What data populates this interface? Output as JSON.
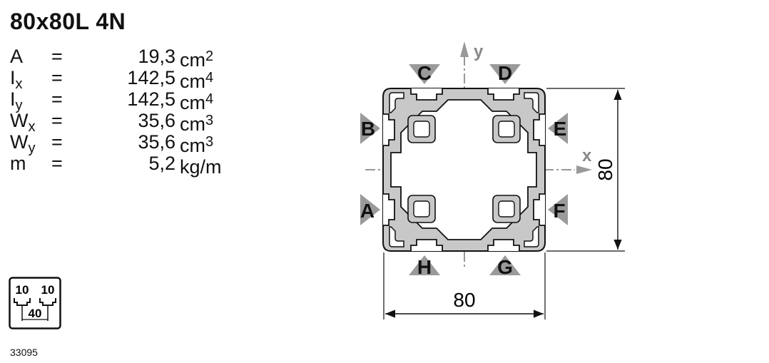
{
  "title": "80x80L 4N",
  "properties": [
    {
      "symbol": "A",
      "sub": "",
      "eq": "=",
      "value": "19,3",
      "unit": "cm",
      "exp": "2"
    },
    {
      "symbol": "I",
      "sub": "x",
      "eq": "=",
      "value": "142,5",
      "unit": "cm",
      "exp": "4"
    },
    {
      "symbol": "I",
      "sub": "y",
      "eq": "=",
      "value": "142,5",
      "unit": "cm",
      "exp": "4"
    },
    {
      "symbol": "W",
      "sub": "x",
      "eq": "=",
      "value": "35,6",
      "unit": "cm",
      "exp": "3"
    },
    {
      "symbol": "W",
      "sub": "y",
      "eq": "=",
      "value": "35,6",
      "unit": "cm",
      "exp": "3"
    },
    {
      "symbol": "m",
      "sub": "",
      "eq": "=",
      "value": "5,2",
      "unit": "kg/m",
      "exp": ""
    }
  ],
  "slot_icon": {
    "left": "10",
    "right": "10",
    "center": "40"
  },
  "diagram": {
    "axis_x": "x",
    "axis_y": "y",
    "width_dim": "80",
    "height_dim": "80",
    "slot_labels": {
      "A": "A",
      "B": "B",
      "C": "C",
      "D": "D",
      "E": "E",
      "F": "F",
      "G": "G",
      "H": "H"
    }
  },
  "code": "33095"
}
